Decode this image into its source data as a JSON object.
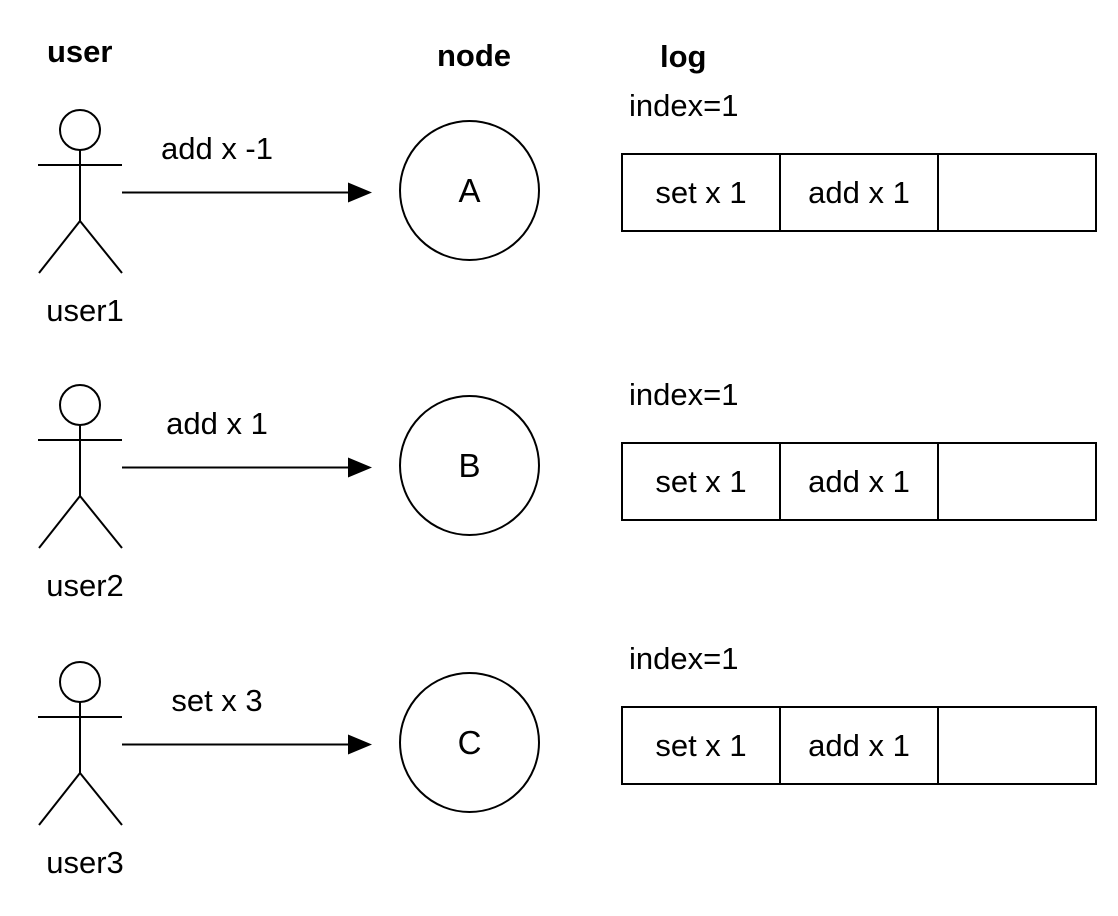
{
  "headers": {
    "user": "user",
    "node": "node",
    "log": "log"
  },
  "rows": [
    {
      "user_label": "user1",
      "message": "add x -1",
      "node_label": "A",
      "log": {
        "index_label": "index=1",
        "entries": [
          "set x 1",
          "add x 1",
          ""
        ]
      }
    },
    {
      "user_label": "user2",
      "message": "add x 1",
      "node_label": "B",
      "log": {
        "index_label": "index=1",
        "entries": [
          "set x 1",
          "add x 1",
          ""
        ]
      }
    },
    {
      "user_label": "user3",
      "message": "set x 3",
      "node_label": "C",
      "log": {
        "index_label": "index=1",
        "entries": [
          "set x 1",
          "add x 1",
          ""
        ]
      }
    }
  ],
  "colors": {
    "stroke": "#000000",
    "background": "#ffffff"
  }
}
